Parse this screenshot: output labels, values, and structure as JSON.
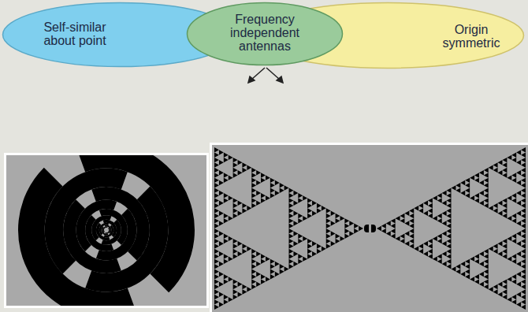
{
  "diagram": {
    "nodes": [
      {
        "text": [
          "Self-similar about point"
        ]
      },
      {
        "text": [
          "Frequency independent antennas"
        ]
      },
      {
        "text": [
          "Origin symmetric"
        ]
      }
    ],
    "edges": []
  }
}
